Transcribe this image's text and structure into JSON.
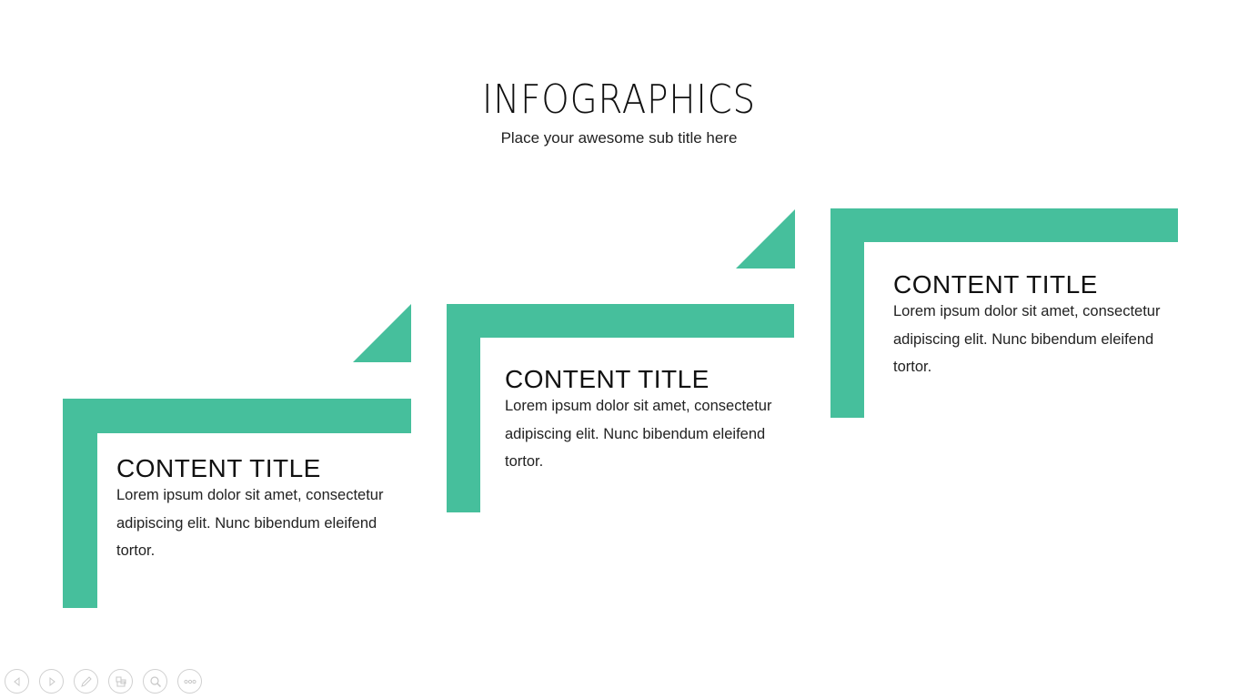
{
  "slide": {
    "title": "INFOGRAPHICS",
    "subtitle": "Place your awesome sub title here",
    "accent_color": "#46bf9c"
  },
  "blocks": [
    {
      "title": "CONTENT TITLE",
      "body": "Lorem ipsum dolor sit amet, consectetur adipiscing elit. Nunc bibendum eleifend tortor."
    },
    {
      "title": "CONTENT TITLE",
      "body": "Lorem ipsum dolor sit amet, consectetur adipiscing elit. Nunc bibendum eleifend tortor."
    },
    {
      "title": "CONTENT TITLE",
      "body": "Lorem ipsum dolor sit amet, consectetur adipiscing elit. Nunc bibendum eleifend tortor."
    }
  ],
  "toolbar": {
    "buttons": [
      {
        "icon": "previous-arrow-icon"
      },
      {
        "icon": "next-arrow-icon"
      },
      {
        "icon": "pen-icon"
      },
      {
        "icon": "slides-grid-icon"
      },
      {
        "icon": "zoom-icon"
      },
      {
        "icon": "more-options-icon"
      }
    ]
  }
}
